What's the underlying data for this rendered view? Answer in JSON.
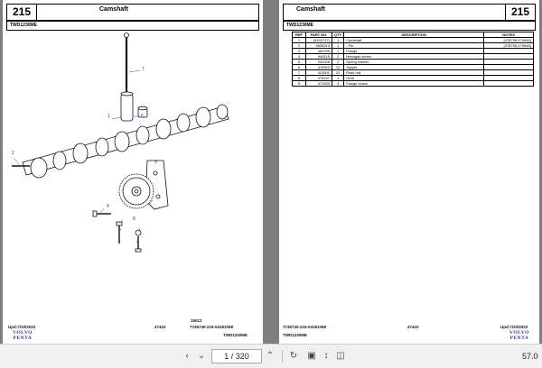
{
  "left_page": {
    "number": "215",
    "title": "Camshaft",
    "subtitle": "TWD1230ME",
    "callouts": [
      "1",
      "2",
      "3",
      "4",
      "5",
      "6",
      "7",
      "8"
    ],
    "figure_id": "15012",
    "footer": {
      "upd": "Upd:7/20/2022",
      "center": "47410",
      "code": "7745740-215-04181058",
      "model": "TWD1230ME"
    },
    "logo": {
      "line1": "VOLVO",
      "line2": "PENTA"
    }
  },
  "right_page": {
    "number": "215",
    "title": "Camshaft",
    "subtitle": "TWD1230ME",
    "table": {
      "headers": [
        "REF",
        "PART NO.",
        "QTY",
        "DESCRIPTION",
        "NOTES"
      ],
      "rows": [
        [
          "1",
          "(8192727)",
          "1",
          "Camshaft",
          "(478755,479648)"
        ],
        [
          "2",
          "3826013",
          "1",
          ". Pin",
          "(478755,479648)"
        ],
        [
          "3",
          "463789",
          "1",
          "Flange",
          ""
        ],
        [
          "4",
          "948115",
          "2",
          "Hexagon screw",
          ""
        ],
        [
          "5",
          "942208",
          "2",
          "Spring washer",
          ""
        ],
        [
          "6",
          "478903",
          "12",
          "Tappet",
          ""
        ],
        [
          "7",
          "423501",
          "12",
          "Push rod",
          ""
        ],
        [
          "8",
          "478247",
          "1",
          "Gear",
          ""
        ],
        [
          "9",
          "471533",
          "3",
          "Flange screw",
          ""
        ]
      ]
    },
    "footer": {
      "code": "7745740-215-04181058",
      "center": "47410",
      "upd": "Upd:7/20/2022",
      "model": "TWD1230ME"
    },
    "logo": {
      "line1": "VOLVO",
      "line2": "PENTA"
    }
  },
  "toolbar": {
    "page_field": "1 / 320",
    "zoom": "57.0",
    "icons": [
      "chevron-left-icon",
      "chevron-down-icon",
      "chevron-up-icon",
      "rotate-icon",
      "fit-page-icon",
      "scroll-mode-icon",
      "spread-icon"
    ]
  }
}
